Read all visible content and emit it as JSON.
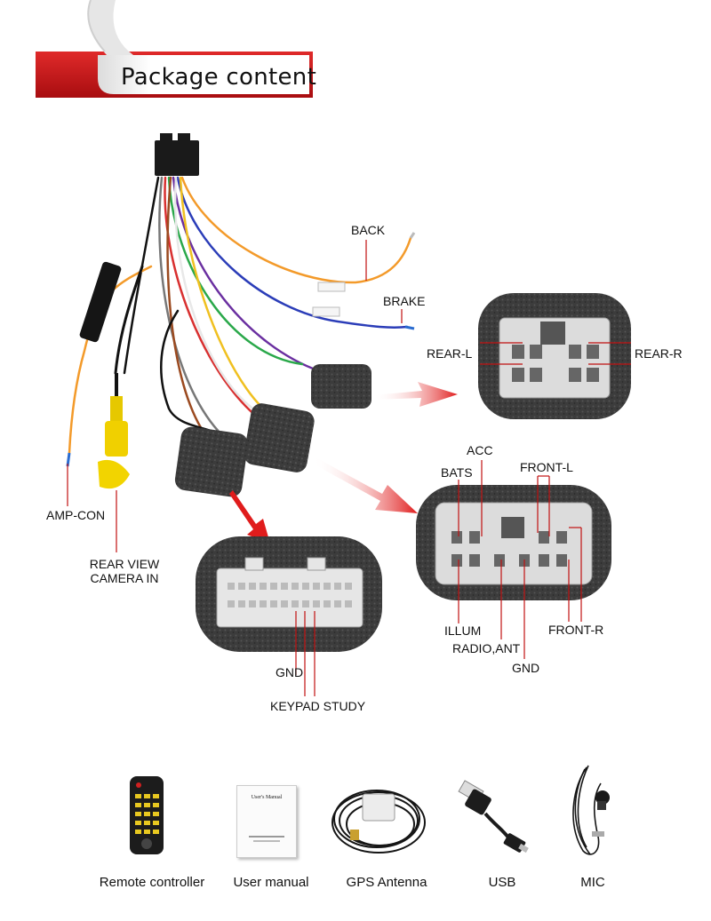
{
  "header": {
    "title": "Package content"
  },
  "harness_labels": {
    "back": "BACK",
    "brake": "BRAKE",
    "amp_con": "AMP-CON",
    "rear_view_line1": "REAR VIEW",
    "rear_view_line2": "CAMERA IN"
  },
  "speaker_connector": {
    "rear_l": "REAR-L",
    "rear_r": "REAR-R"
  },
  "power_connector": {
    "acc": "ACC",
    "bats": "BATS",
    "front_l": "FRONT-L",
    "illum": "ILLUM",
    "radio_ant": "RADIO,ANT",
    "gnd": "GND",
    "front_r": "FRONT-R"
  },
  "keypad_connector": {
    "gnd": "GND",
    "keypad_study": "KEYPAD STUDY"
  },
  "accessories": [
    {
      "icon": "remote-icon",
      "label": "Remote controller"
    },
    {
      "icon": "manual-icon",
      "label": "User manual"
    },
    {
      "icon": "gps-antenna-icon",
      "label": "GPS Antenna"
    },
    {
      "icon": "usb-cable-icon",
      "label": "USB"
    },
    {
      "icon": "microphone-icon",
      "label": "MIC"
    }
  ],
  "manual_cover_text": "User's Manual",
  "colors": {
    "banner_red": "#c8171b",
    "arrow_red": "#e02020",
    "foam": "#3a3a3a"
  }
}
